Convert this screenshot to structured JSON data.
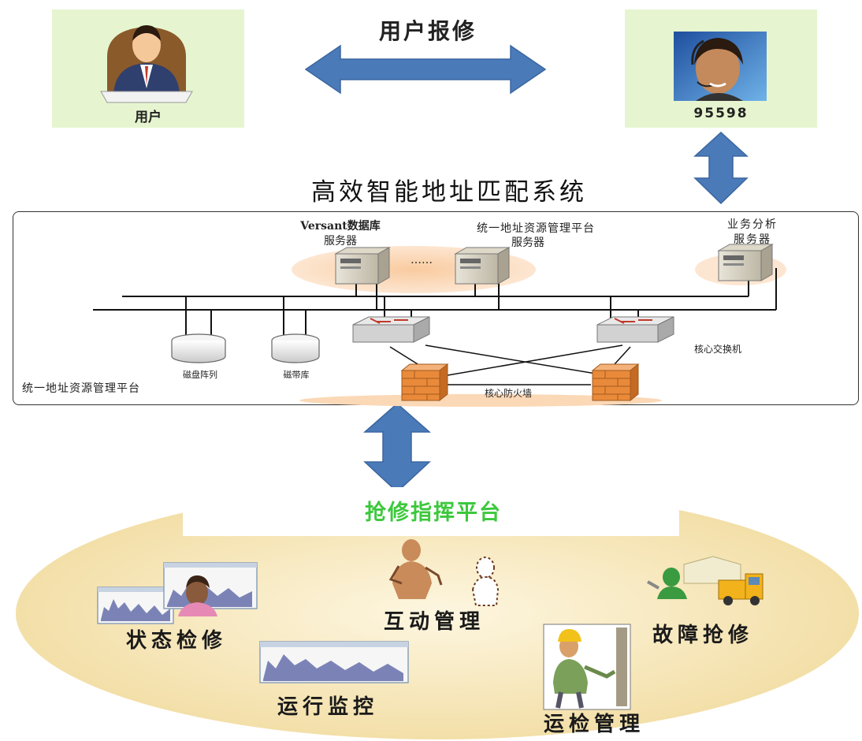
{
  "top": {
    "user_label": "用户",
    "report_label": "用户报修",
    "hotline_label": "95598"
  },
  "system": {
    "title": "高效智能地址匹配系统",
    "versant_server_line1": "Versant数据库",
    "versant_server_line2": "服务器",
    "dots": "……",
    "unified_server_line1": "统一地址资源管理平台",
    "unified_server_line2": "服务器",
    "analysis_server_line1": "业务分析",
    "analysis_server_line2": "服务器",
    "core_switch": "核心交换机",
    "disk_array": "磁盘阵列",
    "tape_library": "磁带库",
    "core_firewall": "核心防火墙",
    "platform_label": "统一地址资源管理平台"
  },
  "bottom": {
    "platform_title": "抢修指挥平台",
    "status_maintenance": "状态检修",
    "interaction_management": "互动管理",
    "fault_repair": "故障抢修",
    "operation_monitoring": "运行监控",
    "inspection_management": "运检管理"
  },
  "colors": {
    "arrow_blue": "#4a7ab8",
    "green_box": "#e6f5cf",
    "platform_green": "#3cc83c",
    "firewall_orange": "#e98a3a",
    "ellipse": "#f6e8bf"
  }
}
